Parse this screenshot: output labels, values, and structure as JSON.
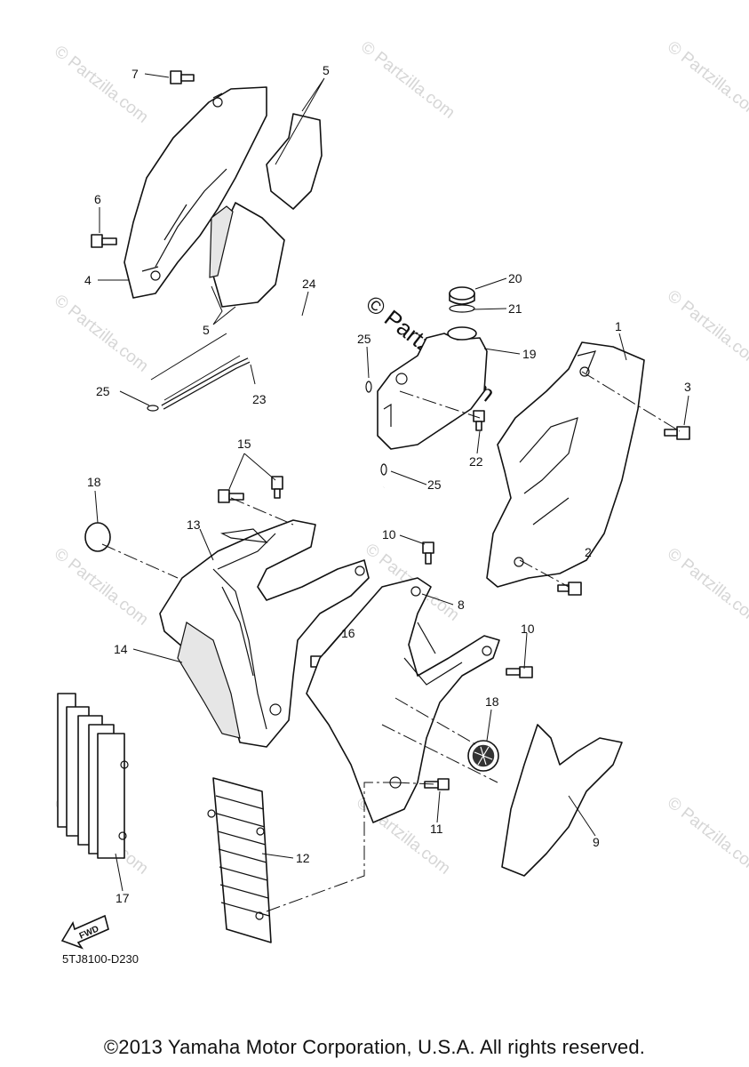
{
  "watermark": "© Partzilla.com",
  "watermark_center": "© Partzilla.com",
  "diagram_code": "5TJ8100-D230",
  "fwd_label": "FWD",
  "copyright": "©2013 Yamaha Motor Corporation, U.S.A. All rights reserved.",
  "callouts": {
    "c1": "1",
    "c2": "2",
    "c3": "3",
    "c4": "4",
    "c5a": "5",
    "c5b": "5",
    "c6": "6",
    "c7": "7",
    "c8": "8",
    "c9": "9",
    "c10a": "10",
    "c10b": "10",
    "c11": "11",
    "c12": "12",
    "c13": "13",
    "c14": "14",
    "c15": "15",
    "c16": "16",
    "c17": "17",
    "c18a": "18",
    "c18b": "18",
    "c19": "19",
    "c20": "20",
    "c21": "21",
    "c22": "22",
    "c23": "23",
    "c24": "24",
    "c25a": "25",
    "c25b": "25",
    "c25c": "25"
  }
}
